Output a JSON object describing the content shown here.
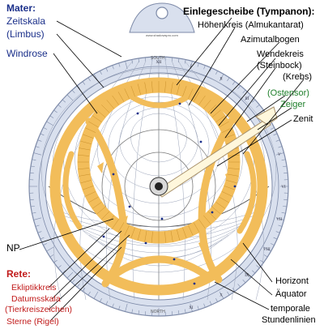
{
  "labels": {
    "mater": "Mater:",
    "zeitskala": "Zeitskala",
    "limbus": "(Limbus)",
    "windrose": "Windrose",
    "einlegescheibe": "Einlegescheibe (Tympanon):",
    "hoehenkreis": "Höhenkreis (Almukantarat)",
    "azimutalbogen": "Azimutalbogen",
    "wendekreis": "Wendekreis",
    "steinbock": "(Steinbock)",
    "krebs": "(Krebs)",
    "ostensor": "(Ostensor)",
    "zeiger": "Zeiger",
    "zenit": "Zenit",
    "np": "NP",
    "rete": "Rete:",
    "ekliptikkreis": "Ekliptikkreis",
    "datumsskala": "Datumsskala",
    "tierkreiszeichen": "(Tierkreiszeichen)",
    "sterne": "Sterne (Rigel)",
    "horizont": "Horizont",
    "aequator": "Äquator",
    "temporale": "temporale",
    "stundenlinien": "Stundenlinien"
  },
  "plate": {
    "south_label": "SOUTH",
    "north_label": "NORTH",
    "website": "www.shadowspro.com",
    "hour_numerals": [
      "XII",
      "I",
      "II",
      "III",
      "IV",
      "V",
      "VI",
      "VII",
      "VIII",
      "IX",
      "X",
      "XI"
    ]
  },
  "colors": {
    "rete": "#f2bd5a",
    "mater_ring": "#d9e0ee",
    "plate": "#ffffff",
    "blue_labels": "#1a2f8a",
    "red_labels": "#c11a1a",
    "green_labels": "#1e7f2a"
  }
}
